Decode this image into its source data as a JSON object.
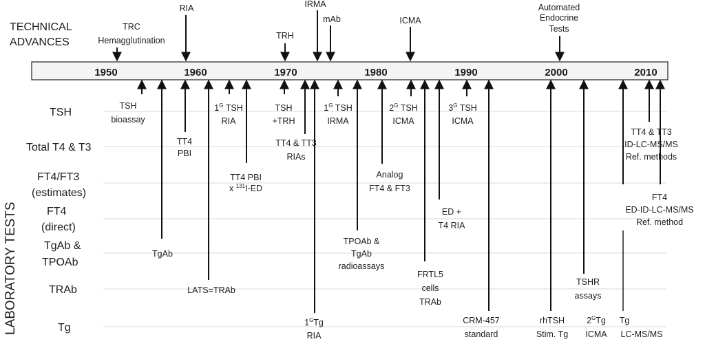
{
  "technical_advances": {
    "heading": [
      "TECHNICAL",
      "ADVANCES"
    ],
    "events": [
      {
        "lines": [
          "TRC",
          "Hemagglutination"
        ],
        "year": 1952
      },
      {
        "lines": [
          "RIA"
        ],
        "year": 1959
      },
      {
        "lines": [
          "TRH"
        ],
        "year": 1970
      },
      {
        "lines": [
          "IRMA"
        ],
        "year": 1973.5
      },
      {
        "lines": [
          "mAb"
        ],
        "year": 1975
      },
      {
        "lines": [
          "ICMA"
        ],
        "year": 1984
      },
      {
        "lines": [
          "Automated",
          "Endocrine",
          "Tests"
        ],
        "year": 2001
      }
    ]
  },
  "timeline": {
    "ticks": [
      "1950",
      "1960",
      "1970",
      "1980",
      "1990",
      "2000",
      "2010"
    ]
  },
  "laboratory_tests": {
    "side_title": "LABORATORY TESTS",
    "rows": [
      {
        "lines": [
          "TSH"
        ]
      },
      {
        "lines": [
          "Total T4 & T3"
        ]
      },
      {
        "lines": [
          "FT4/FT3",
          "(estimates)"
        ]
      },
      {
        "lines": [
          "FT4",
          "(direct)"
        ]
      },
      {
        "lines": [
          "TgAb &",
          "TPOAb"
        ]
      },
      {
        "lines": [
          "TRAb"
        ]
      },
      {
        "lines": [
          "Tg"
        ]
      }
    ]
  },
  "events": [
    {
      "text": [
        "TSH",
        "bioassay"
      ],
      "year": 1955
    },
    {
      "text": [
        "TT4",
        "PBI"
      ],
      "year": 1959
    },
    {
      "text": [
        "TgAb"
      ],
      "year": 1957
    },
    {
      "text": [
        "LATS=TRAb"
      ],
      "year": 1961.5
    },
    {
      "text": [
        "1G TSH",
        "RIA"
      ],
      "year": 1964
    },
    {
      "text": [
        "TT4 PBI",
        "x 131I-ED"
      ],
      "year": 1966
    },
    {
      "text": [
        "TSH",
        "+TRH"
      ],
      "year": 1970
    },
    {
      "text": [
        "TT4 & TT3",
        "RIAs"
      ],
      "year": 1972.5
    },
    {
      "text": [
        "1G Tg",
        "RIA"
      ],
      "year": 1973.5
    },
    {
      "text": [
        "1G TSH",
        "IRMA"
      ],
      "year": 1976
    },
    {
      "text": [
        "TPOAb &",
        "TgAb",
        "radioassays"
      ],
      "year": 1978
    },
    {
      "text": [
        "Analog",
        "FT4 & FT3"
      ],
      "year": 1981
    },
    {
      "text": [
        "2G TSH",
        "ICMA"
      ],
      "year": 1984
    },
    {
      "text": [
        "FRTL5",
        "cells",
        "TRAb"
      ],
      "year": 1985.5
    },
    {
      "text": [
        "ED +",
        "T4 RIA"
      ],
      "year": 1987
    },
    {
      "text": [
        "3G TSH",
        "ICMA"
      ],
      "year": 1990
    },
    {
      "text": [
        "CRM-457",
        "standard"
      ],
      "year": 1992.5
    },
    {
      "text": [
        "rhTSH",
        "Stim. Tg"
      ],
      "year": 1999.5
    },
    {
      "text": [
        "2GTg",
        "ICMA"
      ],
      "year": 2003.5
    },
    {
      "text": [
        "TSHR",
        "assays"
      ],
      "year": 2003.5
    },
    {
      "text": [
        "Tg",
        "LC-MS/MS"
      ],
      "year": 2007.5
    },
    {
      "text": [
        "TT4 & TT3",
        "ID-LC-MS/MS",
        "Ref. methods"
      ],
      "year": 2010.5
    },
    {
      "text": [
        "FT4",
        "ED-ID-LC-MS/MS",
        "Ref. method"
      ],
      "year": 2012
    }
  ]
}
